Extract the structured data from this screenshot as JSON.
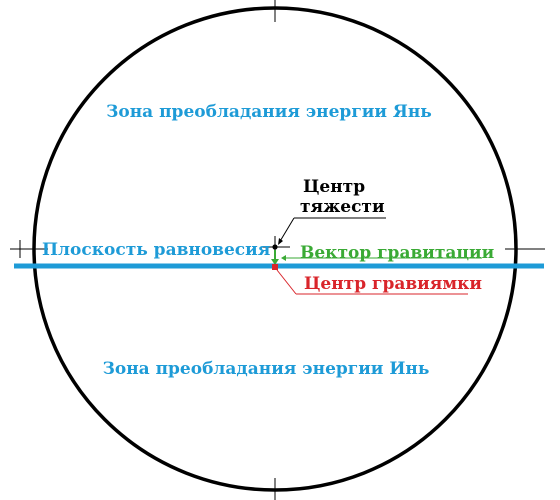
{
  "labels": {
    "yang_zone": "Зона преобладания энергии Янь",
    "yin_zone": "Зона преобладания энергии Инь",
    "equilibrium_plane": "Плоскость равновесия",
    "center_of_mass_line1": "Центр",
    "center_of_mass_line2": "тяжести",
    "gravity_vector": "Вектор гравитации",
    "gravimass_center": "Центр гравиямки"
  },
  "colors": {
    "zone_text": "#1e9bd7",
    "equilibrium_line": "#1e9bd7",
    "gravity_vector": "#3aaa35",
    "gravimass_center": "#d9252b",
    "outline": "#000000"
  }
}
